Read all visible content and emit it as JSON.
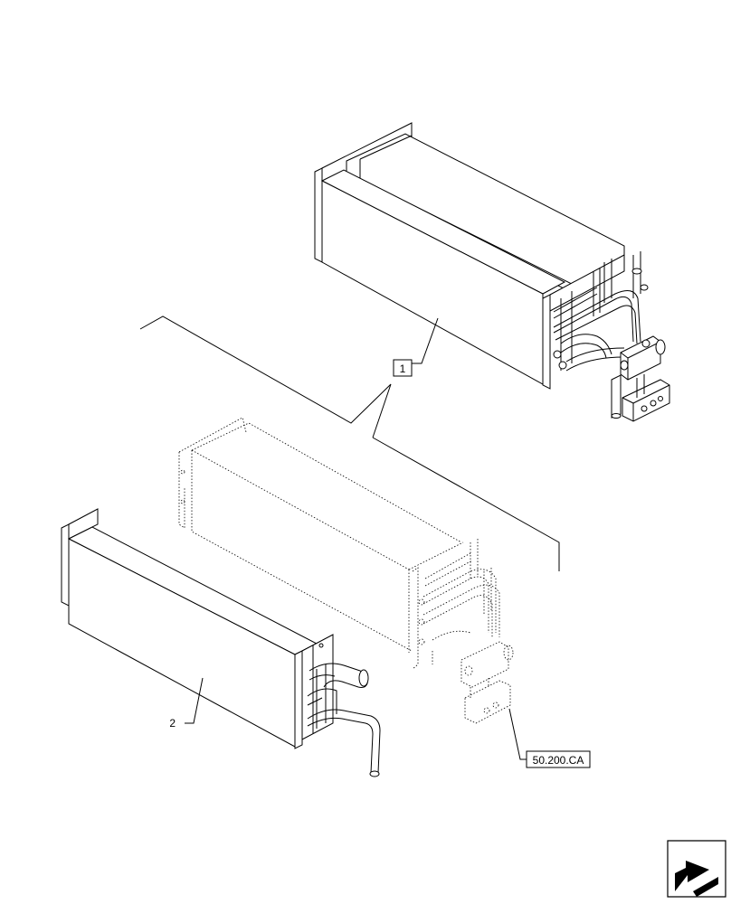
{
  "callouts": {
    "item_1": "1",
    "item_2": "2",
    "reference": "50.200.CA"
  },
  "icons": {
    "navigation": "arrow-icon"
  }
}
